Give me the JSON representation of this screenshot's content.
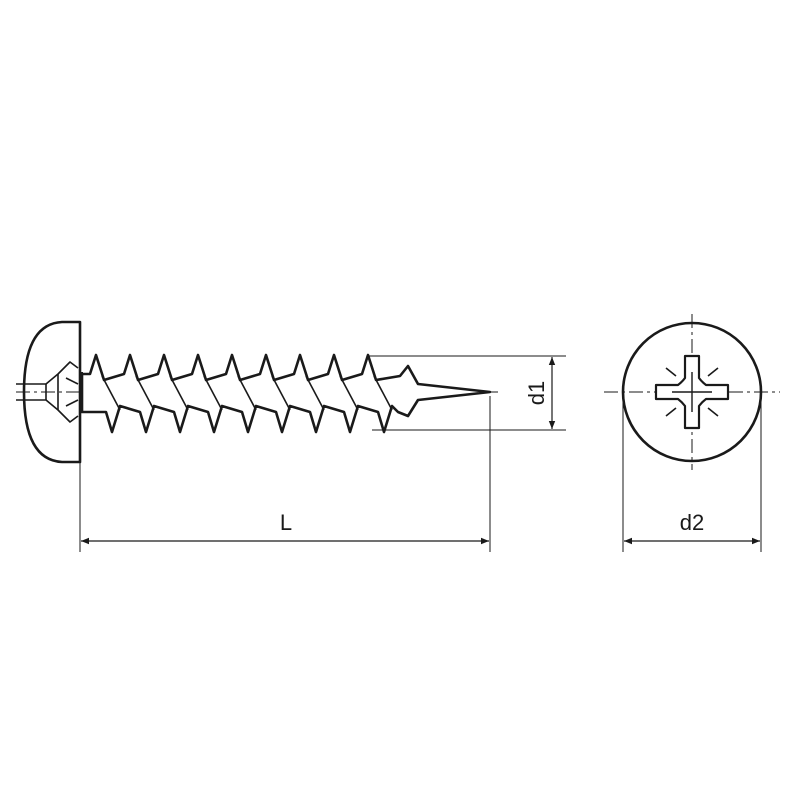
{
  "drawing": {
    "labels": {
      "length": "L",
      "thread_diameter": "d1",
      "head_diameter": "d2"
    },
    "views": [
      "side-view",
      "head-top-view"
    ],
    "colors": {
      "line": "#1a1a1a",
      "background": "#ffffff"
    }
  }
}
